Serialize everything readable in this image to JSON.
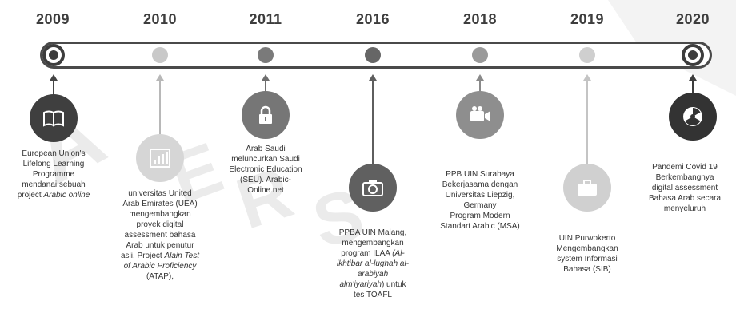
{
  "years": [
    "2009",
    "2010",
    "2011",
    "2016",
    "2018",
    "2019",
    "2020"
  ],
  "events": [
    {
      "icon": "book-icon",
      "lines": [
        "European Union's",
        "Lifelong Learning",
        "Programme",
        "mendanai sebuah",
        "project"
      ],
      "emphasis": "Arabic online"
    },
    {
      "icon": "bar-chart-icon",
      "lines": [
        "universitas United",
        "Arab Emirates (UEA)",
        "mengembangkan",
        "proyek digital",
        "assessment bahasa",
        "Arab untuk penutur",
        "asli. Project",
        "(ATAP),"
      ],
      "emphasis": [
        "Alain Test",
        "of Arabic Proficiency"
      ]
    },
    {
      "icon": "lock-icon",
      "lines": [
        "Arab Saudi",
        "meluncurkan Saudi",
        "Electronic Education",
        "(SEU). Arabic-",
        "Online.net"
      ]
    },
    {
      "icon": "camera-icon",
      "lines": [
        "PPBA UIN Malang,",
        "mengembangkan",
        "program  ILAA",
        ") untuk",
        "tes TOAFL"
      ],
      "emphasis": [
        "(Al-",
        "ikhtibar al-lughah al-",
        "arabiyah",
        "alm'iyariyah"
      ]
    },
    {
      "icon": "video-camera-icon",
      "lines": [
        "PPB UIN Surabaya",
        "Bekerjasama dengan",
        "Universitas Liepzig,",
        "Germany",
        "Program Modern",
        "Standart Arabic (MSA)"
      ]
    },
    {
      "icon": "briefcase-icon",
      "lines": [
        "UIN Purwokerto",
        "Mengembangkan",
        "system Informasi",
        "Bahasa (SIB)"
      ]
    },
    {
      "icon": "radiation-icon",
      "lines": [
        "Pandemi Covid 19",
        "Berkembangnya",
        "digital assessment",
        "Bahasa Arab secara",
        "menyeluruh"
      ]
    }
  ],
  "colors": {
    "year_text": "#3d3d3d",
    "bar_border": "#4a4a4a",
    "event_circles": [
      "#3f3f3f",
      "#d6d6d6",
      "#767676",
      "#606060",
      "#8e8e8e",
      "#d0d0d0",
      "#333333"
    ]
  }
}
